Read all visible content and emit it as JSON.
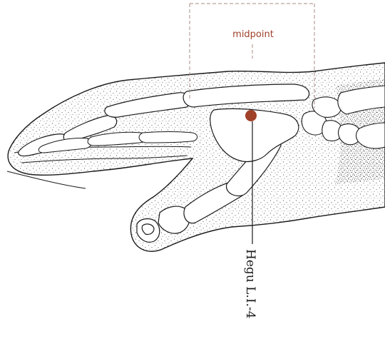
{
  "diagram": {
    "midpoint_label": "midpoint",
    "point_label": "Hegu L.I.-4",
    "colors": {
      "accent": "#a0412a",
      "guide": "#a88d84",
      "ink": "#1a1a1a",
      "bone_fill": "#ffffff"
    },
    "icons": {
      "acupoint": "filled-circle-marker",
      "hand": "hand-skeleton-illustration"
    }
  }
}
